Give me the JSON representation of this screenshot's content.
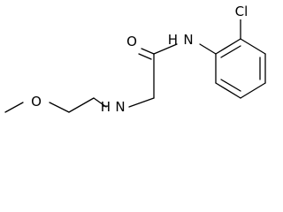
{
  "molecule": {
    "atoms": {
      "carbonyl_oxygen": "O",
      "amide_nitrogen": "N",
      "amide_hydrogen": "H",
      "chlorine": "Cl",
      "amine_nitrogen": "N",
      "amine_hydrogen": "H",
      "ether_oxygen": "O"
    },
    "colors": {
      "bond": "#000000",
      "label": "#000000",
      "background": "#ffffff"
    }
  }
}
